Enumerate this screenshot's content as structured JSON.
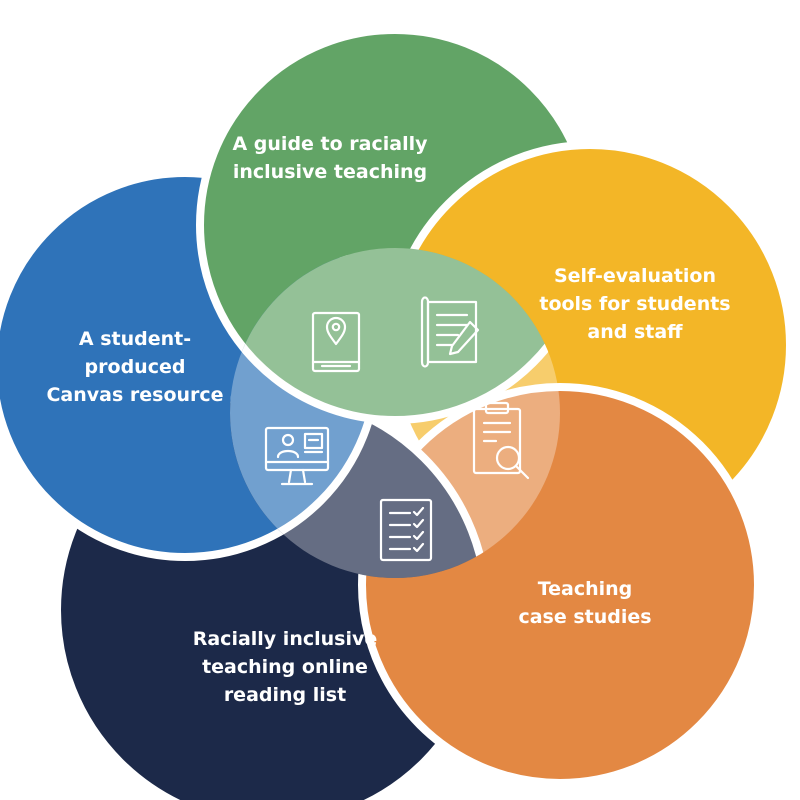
{
  "colors": {
    "green": "#62a466",
    "yellow": "#f3b627",
    "orange": "#e38843",
    "navy": "#1c2949",
    "blue": "#2f73b9",
    "center_overlay": "#ffffff",
    "separator": "#ffffff"
  },
  "petals": [
    {
      "id": "green",
      "label": "A guide to racially\ninclusive teaching",
      "icon": "map-book-icon"
    },
    {
      "id": "yellow",
      "label": "Self-evaluation\ntools for students\nand staff",
      "icon": "notepad-pencil-icon"
    },
    {
      "id": "orange",
      "label": "Teaching\ncase studies",
      "icon": "clipboard-magnifier-icon"
    },
    {
      "id": "navy",
      "label": "Racially inclusive\nteaching online\nreading list",
      "icon": "checklist-icon"
    },
    {
      "id": "blue",
      "label": "A student-\nproduced\nCanvas resource",
      "icon": "computer-user-icon"
    }
  ]
}
